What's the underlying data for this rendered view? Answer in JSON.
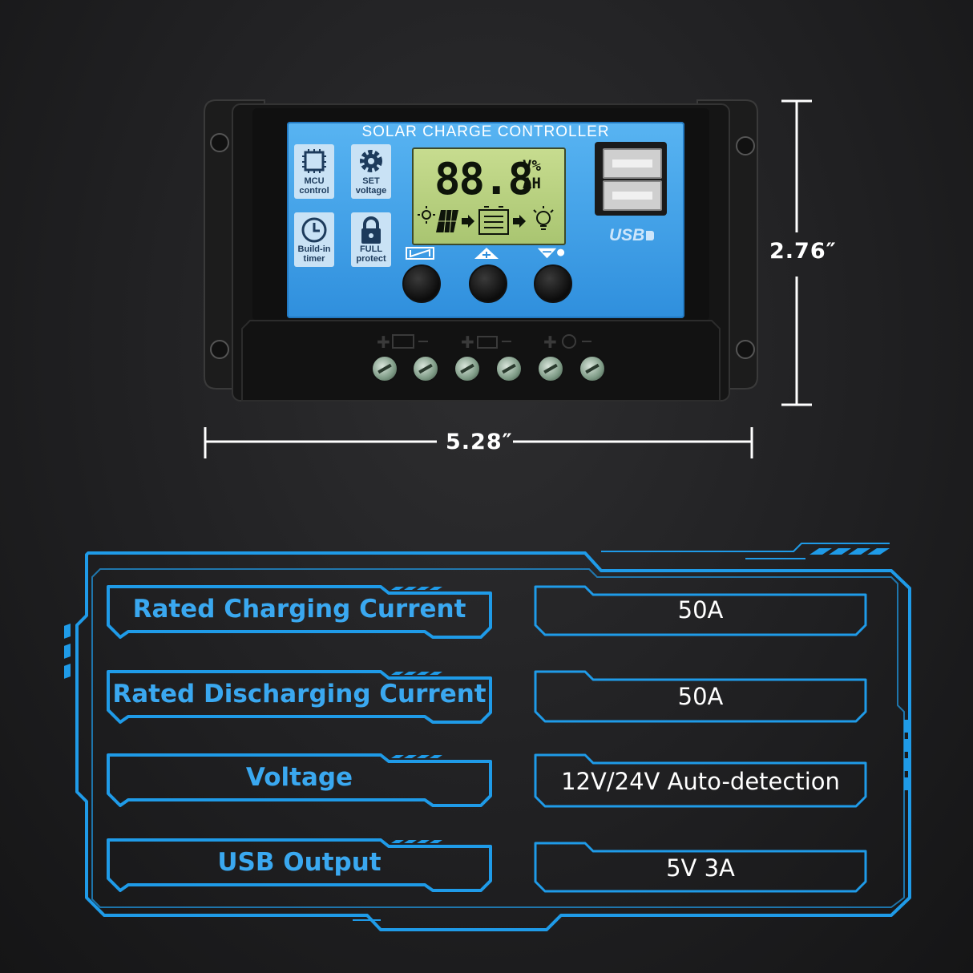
{
  "device": {
    "panel_title": "SOLAR CHARGE CONTROLLER",
    "features": [
      {
        "icon": "chip-icon",
        "label_line1": "MCU",
        "label_line2": "control"
      },
      {
        "icon": "gear-icon",
        "label_line1": "SET",
        "label_line2": "voltage"
      },
      {
        "icon": "clock-icon",
        "label_line1": "Build-in",
        "label_line2": "timer"
      },
      {
        "icon": "lock-icon",
        "label_line1": "FULL",
        "label_line2": "protect"
      }
    ],
    "lcd": {
      "digits": "88.8",
      "unit_top": "V%",
      "unit_bottom": "AH"
    },
    "usb_label": "USB",
    "buttons": [
      "menu-button",
      "up-button",
      "down-button"
    ]
  },
  "dimensions": {
    "width": "5.28″",
    "height": "2.76″"
  },
  "specs": [
    {
      "label": "Rated Charging Current",
      "value": "50A"
    },
    {
      "label": "Rated Discharging Current",
      "value": "50A"
    },
    {
      "label": "Voltage",
      "value": "12V/24V Auto-detection"
    },
    {
      "label": "USB Output",
      "value": "5V 3A"
    }
  ],
  "colors": {
    "accent": "#1f9be8",
    "label_text": "#3aa8f0",
    "panel": "#3d9ce6",
    "lcd": "#b8d27f"
  }
}
